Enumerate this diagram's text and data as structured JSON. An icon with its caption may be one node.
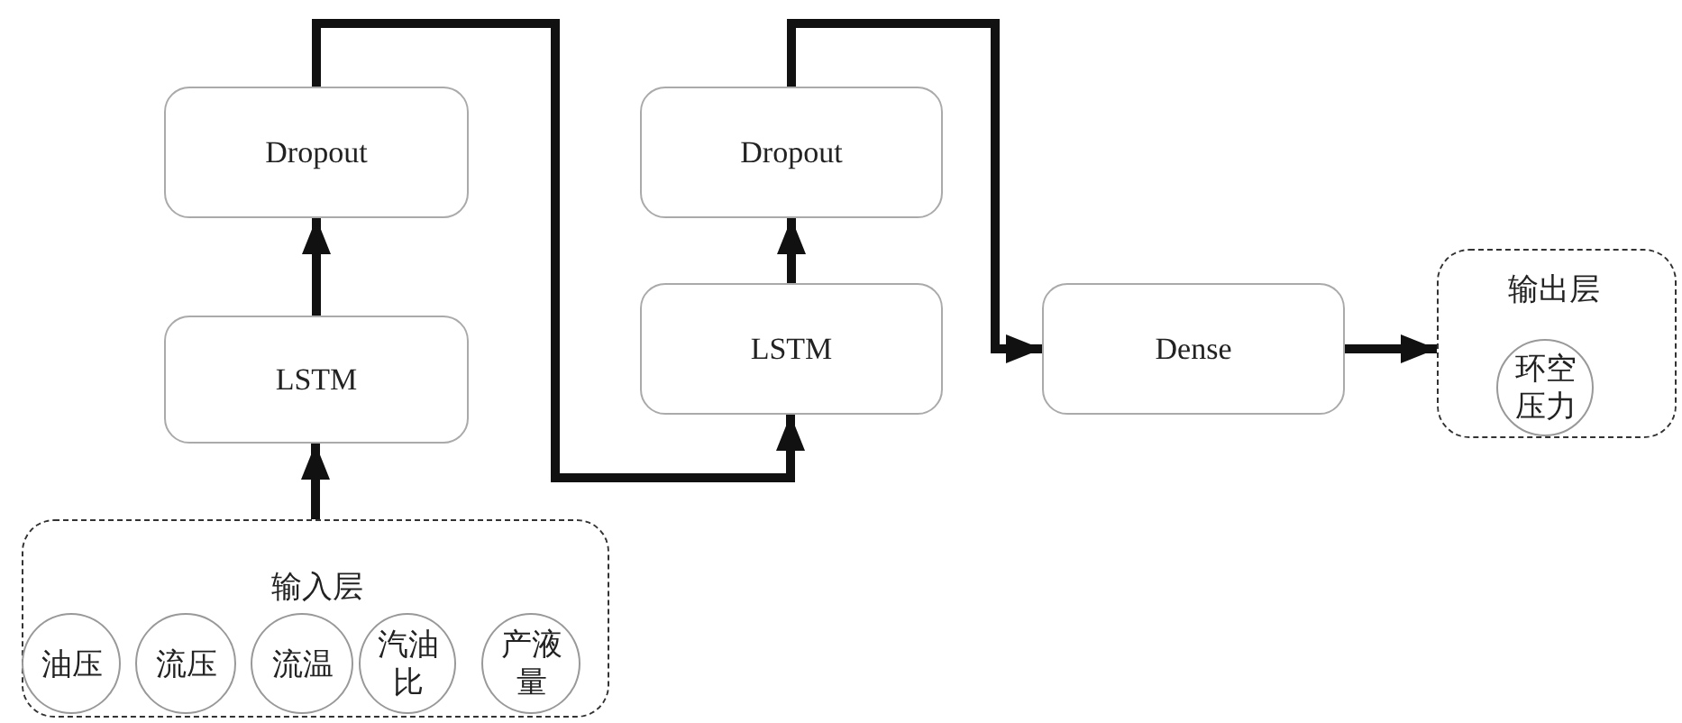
{
  "diagram": {
    "nodes": [
      {
        "text": [
          "输入层"
        ]
      },
      {
        "text": [
          "油压"
        ],
        "in": 0
      },
      {
        "text": [
          "流压"
        ],
        "in": 0
      },
      {
        "text": [
          "流温"
        ],
        "in": 0
      },
      {
        "text": [
          "汽油比"
        ],
        "in": 0
      },
      {
        "text": [
          "产液量"
        ],
        "in": 0
      },
      {
        "text": [
          "LSTM"
        ]
      },
      {
        "text": [
          "Dropout"
        ]
      },
      {
        "text": [
          "LSTM"
        ]
      },
      {
        "text": [
          "Dropout"
        ]
      },
      {
        "text": [
          "Dense"
        ]
      },
      {
        "text": [
          "输出层"
        ]
      },
      {
        "text": [
          "环空压力"
        ],
        "in": 11
      }
    ],
    "edges": [
      {
        "from": 0,
        "to": 6,
        "arrow": "to"
      },
      {
        "from": 6,
        "to": 7,
        "arrow": "to"
      },
      {
        "from": 7,
        "to": 8,
        "arrow": "to"
      },
      {
        "from": 8,
        "to": 9,
        "arrow": "to"
      },
      {
        "from": 9,
        "to": 10,
        "arrow": "to"
      },
      {
        "from": 10,
        "to": 11,
        "arrow": "to"
      }
    ]
  }
}
